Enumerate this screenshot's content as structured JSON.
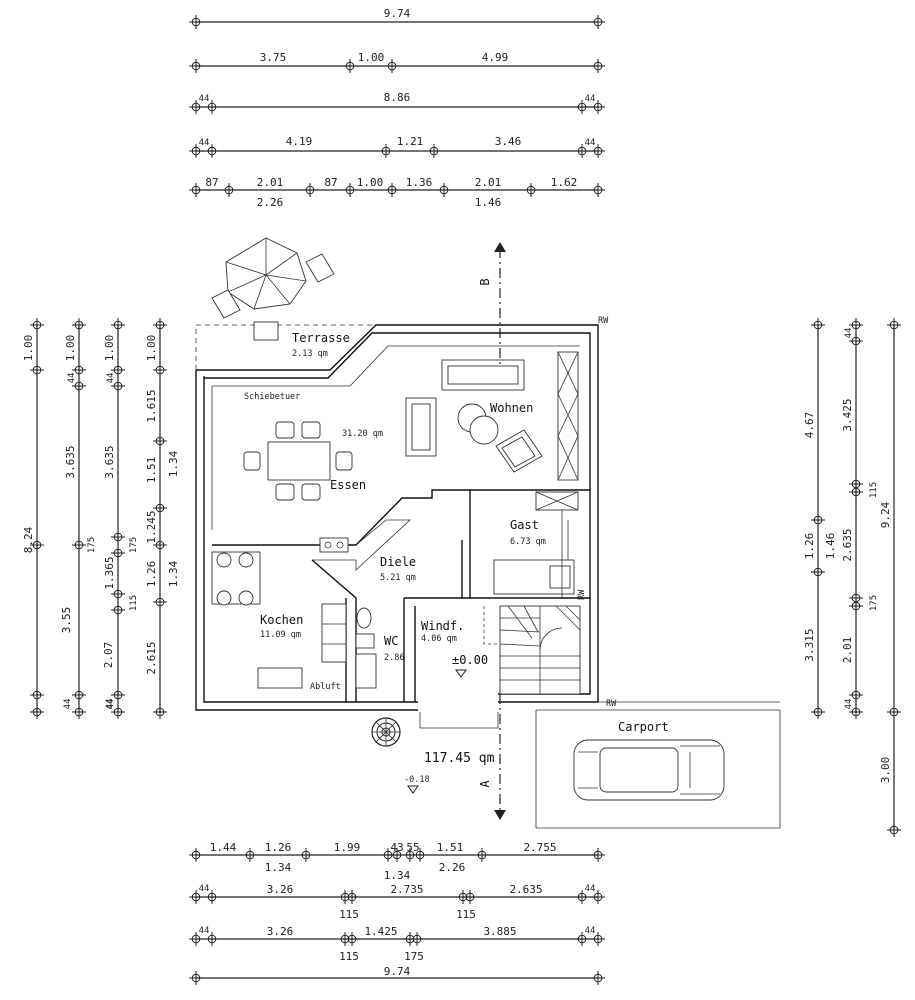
{
  "dims_top": {
    "row1": [
      "9.74"
    ],
    "row2": [
      "3.75",
      "1.00",
      "4.99"
    ],
    "row3": [
      "44",
      "8.86",
      "44"
    ],
    "row4": [
      "44",
      "4.19",
      "1.21",
      "3.46",
      "44"
    ],
    "row5": [
      "87",
      "2.01",
      "87",
      "1.00",
      "1.36",
      "2.01",
      "1.62"
    ],
    "row5b": [
      "2.26",
      "1.46"
    ]
  },
  "dims_left": {
    "col1": [
      "1.00",
      "8.24",
      "3.55",
      "44"
    ],
    "col2": [
      "1.00",
      "44",
      "3.635",
      "175",
      "2.07",
      "44"
    ],
    "col3": [
      "1.00",
      "44",
      "3.635",
      "175",
      "1.365",
      "115",
      "44"
    ],
    "col4": [
      "1.00",
      "1.615",
      "1.51",
      "1.245",
      "1.26",
      "2.615"
    ],
    "col4b": [
      "1.34",
      "1.34"
    ]
  },
  "dims_right": {
    "col1": [
      "4.67",
      "1.26",
      "3.315"
    ],
    "col2": [
      "1.46"
    ],
    "col3": [
      "44",
      "3.425",
      "115",
      "2.635",
      "175",
      "2.01",
      "44"
    ],
    "col4": [
      "9.24",
      "3.00"
    ]
  },
  "dims_bottom": {
    "row1": [
      "1.44",
      "1.26",
      "1.99",
      "43",
      "55",
      "1.51",
      "2.755"
    ],
    "row1b": [
      "1.34",
      "1.34",
      "2.26"
    ],
    "row2": [
      "44",
      "3.26",
      "2.735",
      "2.635",
      "44"
    ],
    "row2b": [
      "115",
      "115"
    ],
    "row3": [
      "44",
      "3.26",
      "1.425",
      "3.885",
      "44"
    ],
    "row3b": [
      "115",
      "175"
    ],
    "row4": [
      "9.74"
    ]
  },
  "rooms": {
    "terrasse": {
      "name": "Terrasse",
      "area": "2.13 qm"
    },
    "wohnen": {
      "name": "Wohnen"
    },
    "essen": {
      "name": "Essen",
      "area": "31.20 qm"
    },
    "gast": {
      "name": "Gast",
      "area": "6.73 qm"
    },
    "diele": {
      "name": "Diele",
      "area": "5.21 qm"
    },
    "kochen": {
      "name": "Kochen",
      "area": "11.09 qm"
    },
    "wc": {
      "name": "WC",
      "area": "2.86"
    },
    "windf": {
      "name": "Windf.",
      "area": "4.06 qm"
    },
    "carport": {
      "name": "Carport"
    }
  },
  "labels": {
    "schiebetuer": "Schiebetuer",
    "abluft": "Abluft",
    "level_zero": "±0.00",
    "level_minus": "-0.18",
    "total_area": "117.45 qm",
    "section_a": "A",
    "section_b": "B",
    "rw_top": "RW",
    "rw_right": "RW",
    "rw_bottom": "RW"
  }
}
